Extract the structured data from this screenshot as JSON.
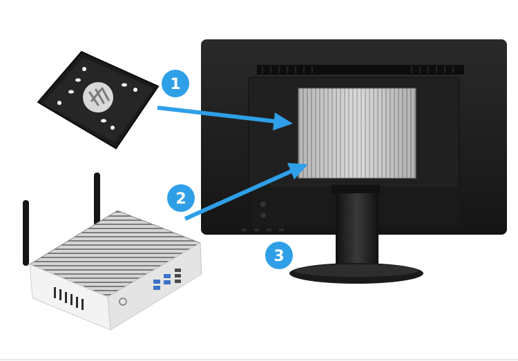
{
  "steps": [
    {
      "number": "1"
    },
    {
      "number": "2"
    },
    {
      "number": "3"
    }
  ],
  "colors": {
    "accent": "#2f9fe8",
    "monitor": "#1c1c1c",
    "heatsink": "#c9c9c9",
    "background": "#ffffff"
  }
}
